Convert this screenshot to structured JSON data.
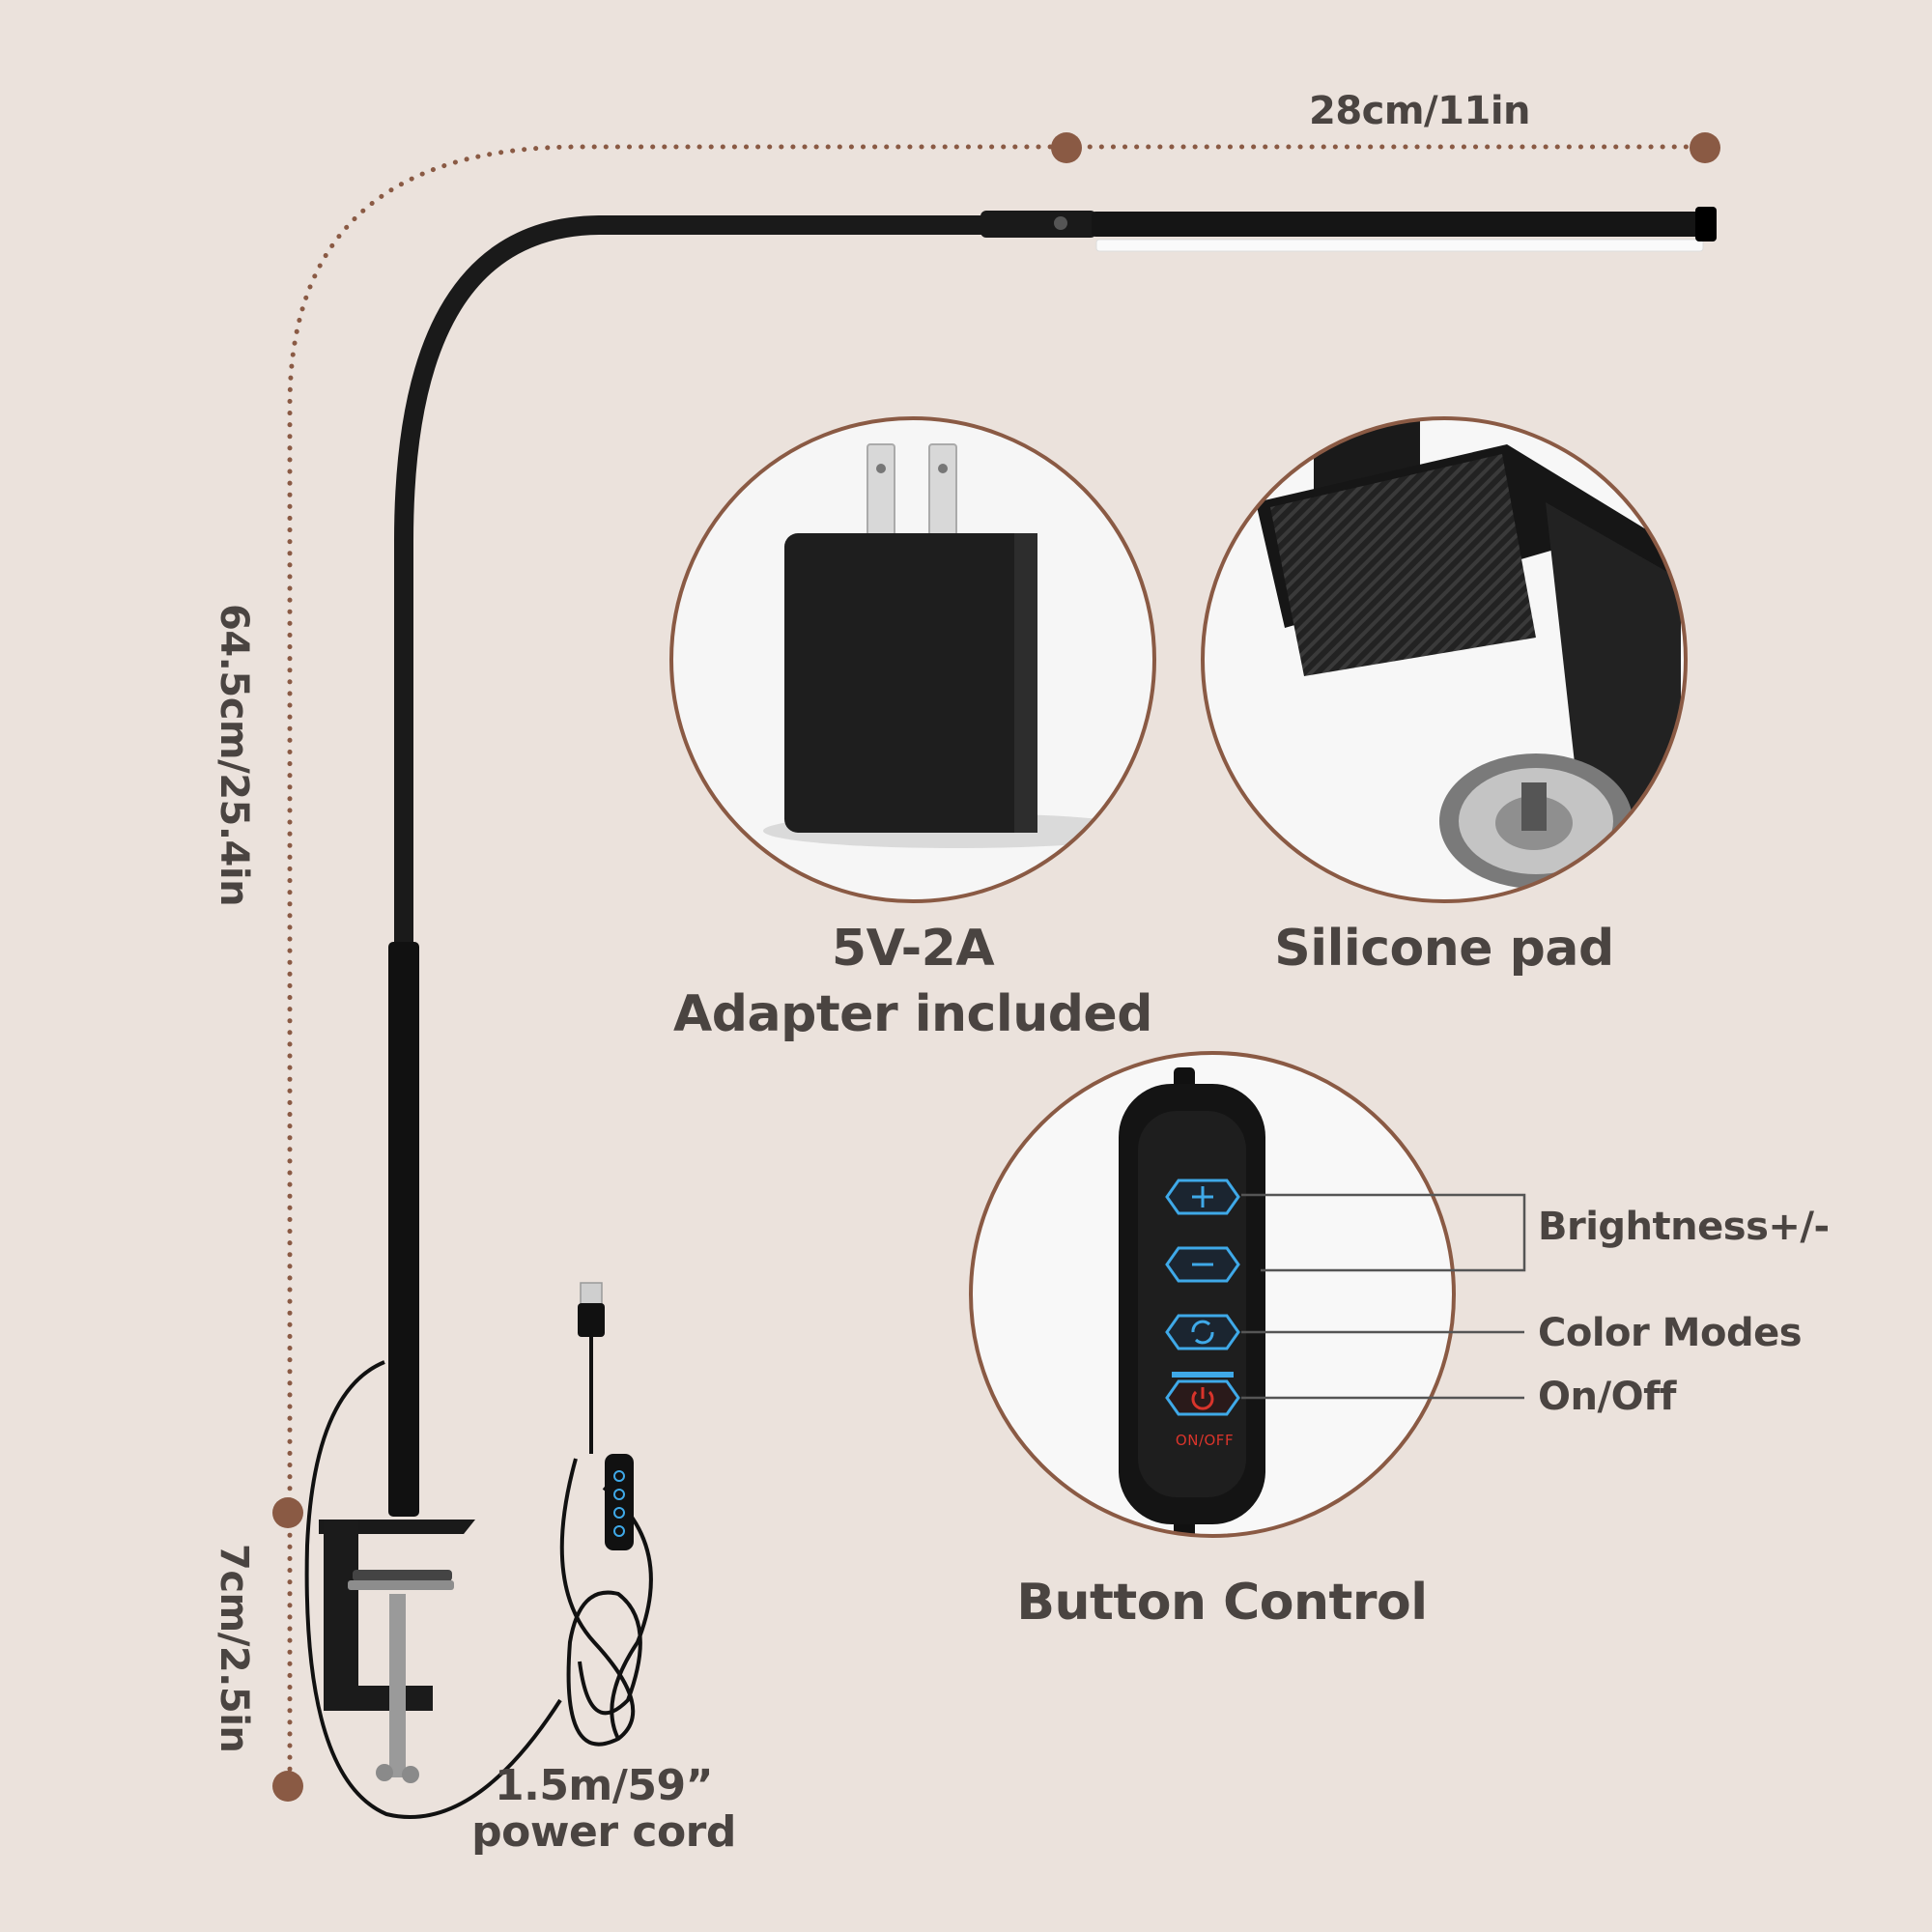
{
  "dimensions": {
    "width": "28cm/11in",
    "height_main": "64.5cm/25.4in",
    "height_clamp": "7cm/2.5in",
    "cord": {
      "line1": "1.5m/59”",
      "line2": "power cord"
    }
  },
  "features": {
    "adapter": {
      "line1": "5V-2A",
      "line2": "Adapter included"
    },
    "pad": {
      "label": "Silicone pad"
    },
    "control": {
      "title": "Button Control",
      "callouts": {
        "brightness": "Brightness+/-",
        "color_modes": "Color Modes",
        "on_off": "On/Off"
      },
      "button_text": "ON/OFF"
    }
  },
  "colors": {
    "background": "#ebe2dc",
    "accent_brown": "#8a5a44",
    "text": "#4a4441",
    "button_blue": "#3fa9e8",
    "power_red": "#d9342b"
  },
  "icons": [
    "plus-icon",
    "minus-icon",
    "cycle-icon",
    "power-icon",
    "usb-plug-icon"
  ]
}
